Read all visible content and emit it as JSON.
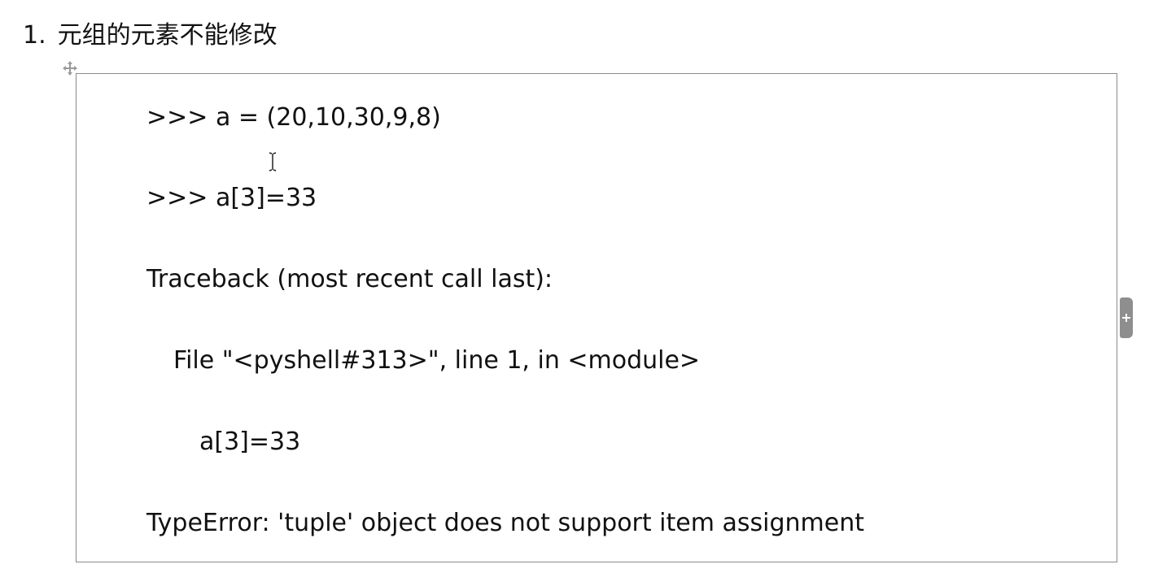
{
  "heading": {
    "number": "1.",
    "title": "元组的元素不能修改"
  },
  "code_block": {
    "lines": [
      ">>> a = (20,10,30,9,8)",
      ">>> a[3]=33",
      "Traceback (most recent call last):",
      "File \"<pyshell#313>\", line 1, in <module>",
      "a[3]=33",
      "TypeError: 'tuple' object does not support item assignment"
    ]
  },
  "icons": {
    "move_handle": "move-cross-icon",
    "text_cursor": "i-beam-cursor-icon",
    "side_tab": "plus-icon"
  },
  "colors": {
    "text": "#111111",
    "border": "#8a8a8a",
    "side_tab": "#8e8e8e",
    "handle": "#9a9a9a"
  }
}
